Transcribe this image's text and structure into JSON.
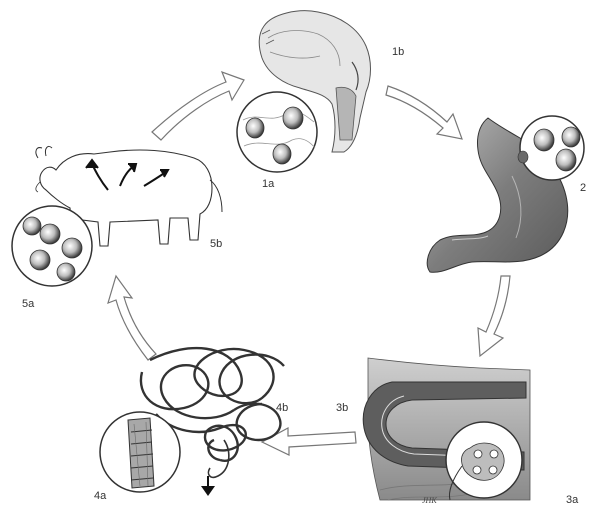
{
  "colors": {
    "ink": "#2a2a2a",
    "arrow_fill": "#ffffff",
    "arrow_stroke": "#7a7a7a",
    "shade": "#9a9a9a",
    "light_shade": "#d9d9d9"
  },
  "labels": {
    "s1a": "1a",
    "s1b": "1b",
    "s2": "2",
    "s3a": "3a",
    "s3b": "3b",
    "s4a": "4a",
    "s4b": "4b",
    "s5a": "5a",
    "s5b": "5b"
  },
  "artist_signature": "JHK"
}
